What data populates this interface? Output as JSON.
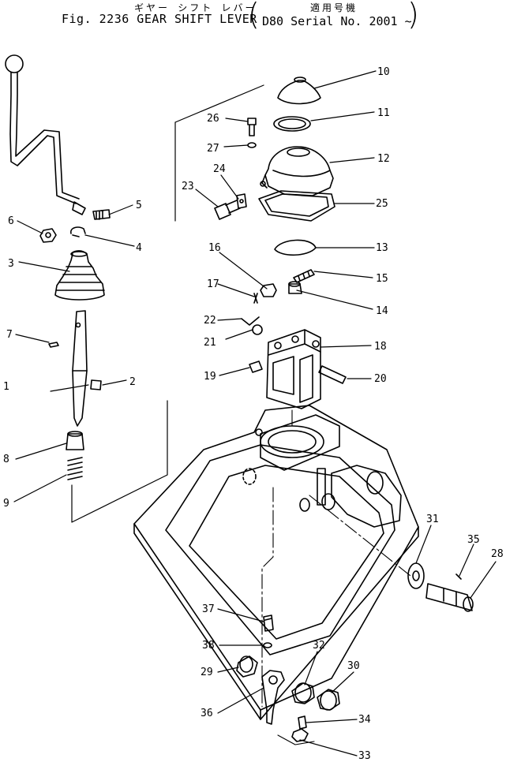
{
  "header": {
    "jp_title": "ギヤー シフト レバー",
    "fig_title": "Fig. 2236 GEAR SHIFT LEVER",
    "jp_serial": "適用号機",
    "serial": "D80  Serial  No. 2001 ~"
  },
  "callouts": {
    "c1": "1",
    "c2": "2",
    "c3": "3",
    "c4": "4",
    "c5": "5",
    "c6": "6",
    "c7": "7",
    "c8": "8",
    "c9": "9",
    "c10": "10",
    "c11": "11",
    "c12": "12",
    "c13": "13",
    "c14": "14",
    "c15": "15",
    "c16": "16",
    "c17": "17",
    "c18": "18",
    "c19": "19",
    "c20": "20",
    "c21": "21",
    "c22": "22",
    "c23": "23",
    "c24": "24",
    "c25": "25",
    "c26": "26",
    "c27": "27",
    "c28": "28",
    "c29": "29",
    "c30": "30",
    "c31": "31",
    "c32": "32",
    "c33": "33",
    "c34": "34",
    "c35": "35",
    "c36": "36",
    "c37": "37",
    "c38": "38"
  }
}
